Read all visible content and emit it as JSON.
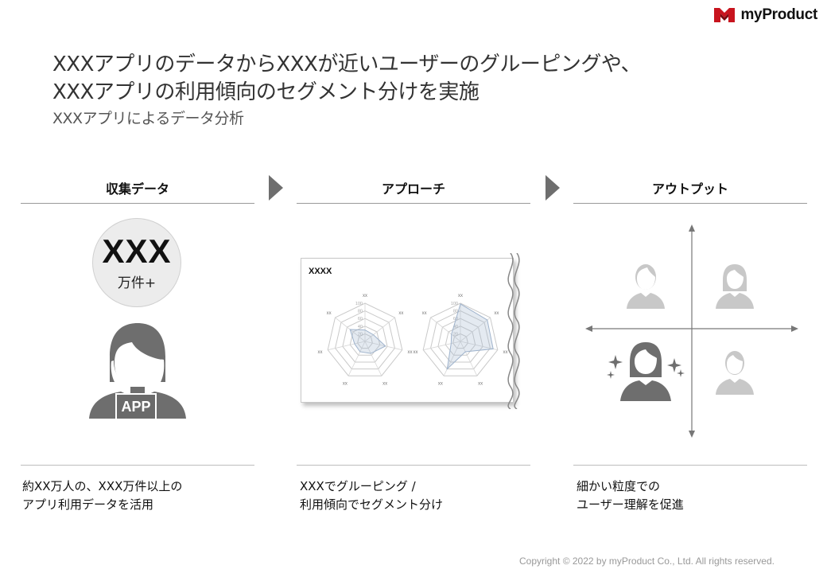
{
  "brand": {
    "name": "myProduct",
    "mark_color": "#c8141e"
  },
  "header": {
    "title_line1": "XXXアプリのデータからXXXが近いユーザーのグルーピングや、",
    "title_line2": "XXXアプリの利用傾向のセグメント分けを実施",
    "subtitle": "XXXアプリによるデータ分析"
  },
  "columns": [
    {
      "heading": "収集データ",
      "description": "約XX万人の、XXX万件以上の\nアプリ利用データを活用"
    },
    {
      "heading": "アプローチ",
      "description": "XXXでグルーピング /\n利用傾向でセグメント分け"
    },
    {
      "heading": "アウトプット",
      "description": "細かい粒度での\nユーザー理解を促進"
    }
  ],
  "data_badge": {
    "number": "XXX",
    "unit": "万件+"
  },
  "app_label": "APP",
  "radar_panel": {
    "title": "XXXX",
    "scale_labels": [
      "100",
      "80",
      "60",
      "40",
      "20"
    ],
    "axis_label": "xx",
    "series_color": "#9fb3cc"
  },
  "footer": {
    "copyright": "Copyright © 2022 by myProduct Co., Ltd.  All rights reserved."
  },
  "colors": {
    "figure_dark": "#6e6e6e",
    "figure_light": "#c8c8c8",
    "chevron": "#6e6e6e"
  }
}
